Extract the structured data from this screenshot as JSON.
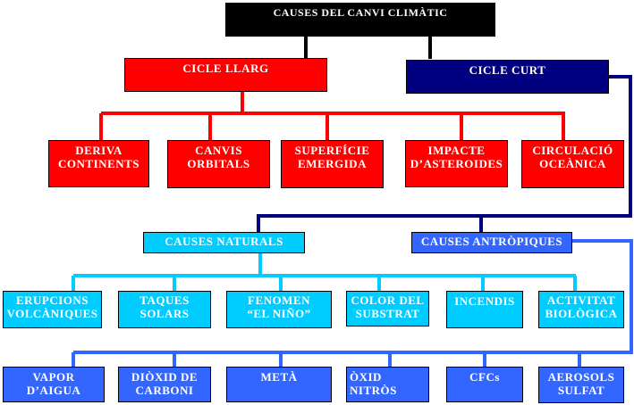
{
  "title": "CAUSES DEL CANVI CLIMÀTIC",
  "long_cycle": {
    "label": "CICLE LLARG",
    "items": [
      "DERIVA\nCONTINENTS",
      "CANVIS\nORBITALS",
      "SUPERFÍCIE\nEMERGIDA",
      "IMPACTE\nD’ASTEROIDES",
      "CIRCULACIÓ\nOCEÀNICA"
    ]
  },
  "short_cycle": {
    "label": "CICLE CURT"
  },
  "natural": {
    "label": "CAUSES NATURALS",
    "items": [
      "ERUPCIONS\nVOLCÀNIQUES",
      "TAQUES\nSOLARS",
      "FENOMEN\n“EL NIÑO”",
      "COLOR DEL\nSUBSTRAT",
      "INCENDIS",
      "ACTIVITAT\nBIOLÒGICA"
    ]
  },
  "anthropic": {
    "label": "CAUSES ANTRÒPIQUES",
    "items": [
      "VAPOR\nD’AIGUA",
      "DIÒXID DE\nCARBONI",
      "METÀ",
      "ÒXID\nNITRÒS",
      "CFCs",
      "AEROSOLS\nSULFAT"
    ]
  },
  "colors": {
    "title": "#000000",
    "long": "#ff0000",
    "short": "#000080",
    "natural": "#00ccff",
    "anthropic": "#3366ff"
  }
}
